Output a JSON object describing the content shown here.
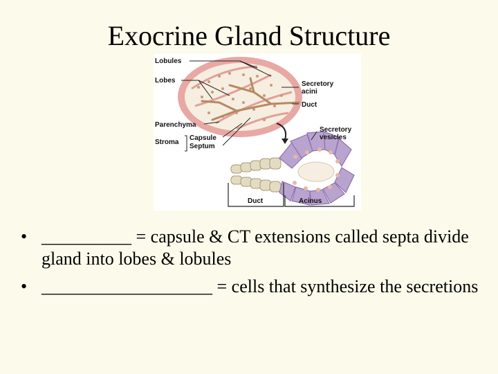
{
  "slide": {
    "title": "Exocrine Gland Structure"
  },
  "diagram": {
    "labels": {
      "lobules": "Lobules",
      "lobes": "Lobes",
      "secretory_acini_line1": "Secretory",
      "secretory_acini_line2": "acini",
      "duct_top": "Duct",
      "parenchyma": "Parenchyma",
      "stroma": "Stroma",
      "capsule": "Capsule",
      "septum": "Septum",
      "secretory_vesicles_line1": "Secretory",
      "secretory_vesicles_line2": "vesicles",
      "duct_bottom": "Duct",
      "acinus": "Acinus"
    },
    "colors": {
      "capsule": "#e8a8a4",
      "duct": "#c9a27a",
      "acinus_cell": "#b9a3cf",
      "acinus_cell_dark": "#8e73ad",
      "duct_cell": "#e4dcc2"
    }
  },
  "bullets": [
    "__________ = capsule & CT extensions called septa divide gland into lobes & lobules",
    "___________________ = cells that synthesize the secretions"
  ],
  "bullet_glyph": "•"
}
